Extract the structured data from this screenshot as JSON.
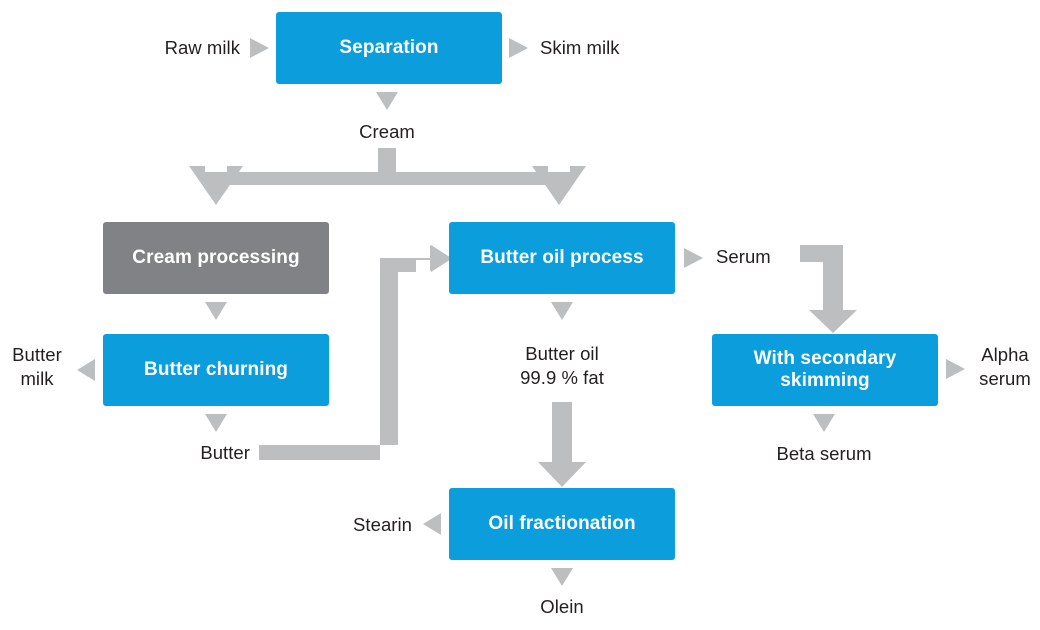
{
  "diagram": {
    "title": "Milk fat separation and butter oil process flow",
    "colors": {
      "process_blue": "#0C9DDC",
      "process_gray": "#808285",
      "arrow_gray": "#BCBEC0",
      "text_dark": "#231f20",
      "node_text": "#ffffff",
      "background": "#ffffff"
    },
    "nodes": [
      {
        "id": "separation",
        "label": "Separation",
        "style": "blue"
      },
      {
        "id": "cream-processing",
        "label": "Cream processing",
        "style": "gray"
      },
      {
        "id": "butter-oil-process",
        "label": "Butter oil process",
        "style": "blue"
      },
      {
        "id": "butter-churning",
        "label": "Butter churning",
        "style": "blue"
      },
      {
        "id": "with-secondary-skimming",
        "label": "With secondary\nskimming",
        "style": "blue"
      },
      {
        "id": "oil-fractionation",
        "label": "Oil fractionation",
        "style": "blue"
      }
    ],
    "labels": [
      {
        "id": "raw-milk",
        "text": "Raw milk"
      },
      {
        "id": "skim-milk",
        "text": "Skim milk"
      },
      {
        "id": "cream",
        "text": "Cream"
      },
      {
        "id": "butter-milk",
        "text": "Butter\nmilk"
      },
      {
        "id": "butter",
        "text": "Butter"
      },
      {
        "id": "serum",
        "text": "Serum"
      },
      {
        "id": "alpha-serum",
        "text": "Alpha\nserum"
      },
      {
        "id": "beta-serum",
        "text": "Beta serum"
      },
      {
        "id": "butter-oil",
        "text": "Butter oil\n99.9 % fat"
      },
      {
        "id": "stearin",
        "text": "Stearin"
      },
      {
        "id": "olein",
        "text": "Olein"
      }
    ],
    "node_text": {
      "separation": "Separation",
      "cream_processing": "Cream processing",
      "butter_oil_process": "Butter oil process",
      "butter_churning": "Butter churning",
      "with_secondary_skimming": "With secondary\nskimming",
      "oil_fractionation": "Oil fractionation"
    },
    "label_text": {
      "raw_milk": "Raw milk",
      "skim_milk": "Skim milk",
      "cream": "Cream",
      "butter_milk": "Butter\nmilk",
      "butter": "Butter",
      "serum": "Serum",
      "alpha_serum": "Alpha\nserum",
      "beta_serum": "Beta serum",
      "butter_oil": "Butter oil\n99.9 % fat",
      "stearin": "Stearin",
      "olein": "Olein"
    },
    "edges": [
      {
        "from": "raw-milk",
        "to": "separation",
        "kind": "small-triangle-right"
      },
      {
        "from": "separation",
        "to": "skim-milk",
        "kind": "small-triangle-right"
      },
      {
        "from": "separation",
        "to": "cream",
        "kind": "small-triangle-down"
      },
      {
        "from": "cream",
        "to": "fork",
        "kind": "thick-fork-down"
      },
      {
        "from": "fork",
        "to": "cream-processing",
        "kind": "thick-arrow-down"
      },
      {
        "from": "fork",
        "to": "butter-oil-process",
        "kind": "thick-arrow-down"
      },
      {
        "from": "cream-processing",
        "to": "butter-churning",
        "kind": "small-triangle-down"
      },
      {
        "from": "butter-churning",
        "to": "butter-milk",
        "kind": "small-triangle-left"
      },
      {
        "from": "butter-churning",
        "to": "butter",
        "kind": "small-triangle-down"
      },
      {
        "from": "butter",
        "to": "butter-oil-process",
        "kind": "thick-elbow-right"
      },
      {
        "from": "butter-oil-process",
        "to": "serum",
        "kind": "small-triangle-right"
      },
      {
        "from": "butter-oil-process",
        "to": "butter-oil",
        "kind": "small-triangle-down"
      },
      {
        "from": "serum",
        "to": "with-secondary-skimming",
        "kind": "thick-elbow-down"
      },
      {
        "from": "with-secondary-skimming",
        "to": "alpha-serum",
        "kind": "small-triangle-right"
      },
      {
        "from": "with-secondary-skimming",
        "to": "beta-serum",
        "kind": "small-triangle-down"
      },
      {
        "from": "butter-oil",
        "to": "oil-fractionation",
        "kind": "thick-arrow-down"
      },
      {
        "from": "oil-fractionation",
        "to": "stearin",
        "kind": "small-triangle-left"
      },
      {
        "from": "oil-fractionation",
        "to": "olein",
        "kind": "small-triangle-down"
      }
    ]
  }
}
